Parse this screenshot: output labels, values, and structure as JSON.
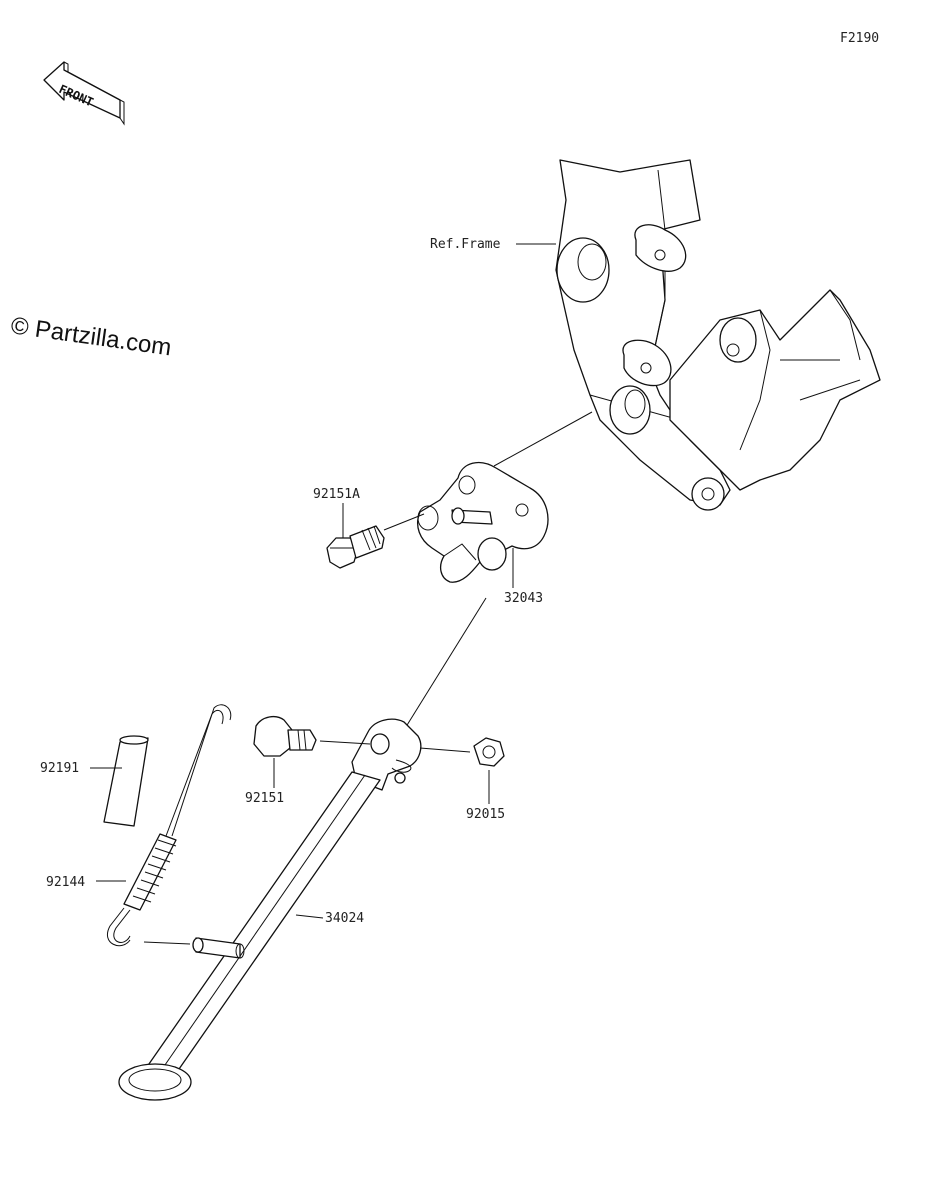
{
  "figure_id": "F2190",
  "watermark": "© Partzilla.com",
  "front_arrow": {
    "label": "FRONT"
  },
  "labels": {
    "ref_frame": "Ref.Frame",
    "p92151A": "92151A",
    "p32043": "32043",
    "p92191": "92191",
    "p92151": "92151",
    "p92015": "92015",
    "p92144": "92144",
    "p34024": "34024"
  }
}
